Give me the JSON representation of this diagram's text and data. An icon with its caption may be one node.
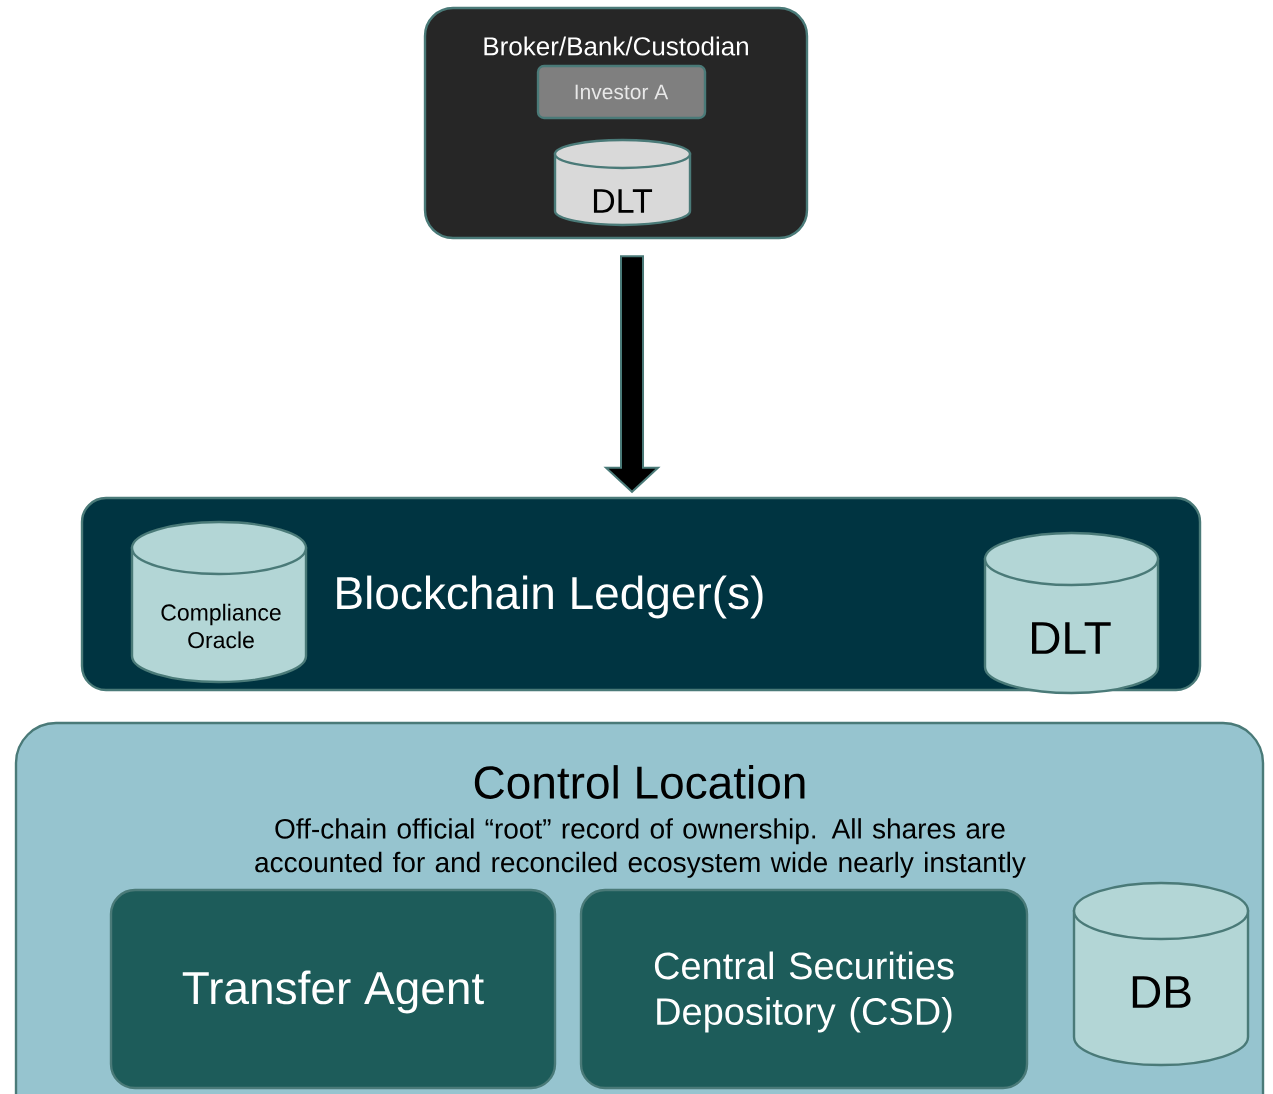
{
  "diagram": {
    "nodes": [
      {
        "text": [
          "Broker/Bank/Custodian"
        ]
      },
      {
        "text": [
          "Investor A"
        ],
        "in": 0
      },
      {
        "text": [
          "DLT"
        ],
        "in": 0
      },
      {
        "text": [
          "Blockchain Ledger(s)"
        ]
      },
      {
        "text": [
          "Compliance Oracle"
        ],
        "in": 3
      },
      {
        "text": [
          "DLT"
        ],
        "in": 3
      },
      {
        "text": [
          "Control Location",
          "Off-chain official “root” record of ownership. All shares are accounted for and reconciled ecosystem wide nearly instantly"
        ]
      },
      {
        "text": [
          "Transfer Agent"
        ],
        "in": 6
      },
      {
        "text": [
          "Central Securities Depository (CSD)"
        ],
        "in": 6
      },
      {
        "text": [
          "DB"
        ],
        "in": 6
      }
    ],
    "edges": [
      {
        "from": 0,
        "to": 3,
        "arrow": "to",
        "style": "thick"
      }
    ]
  }
}
